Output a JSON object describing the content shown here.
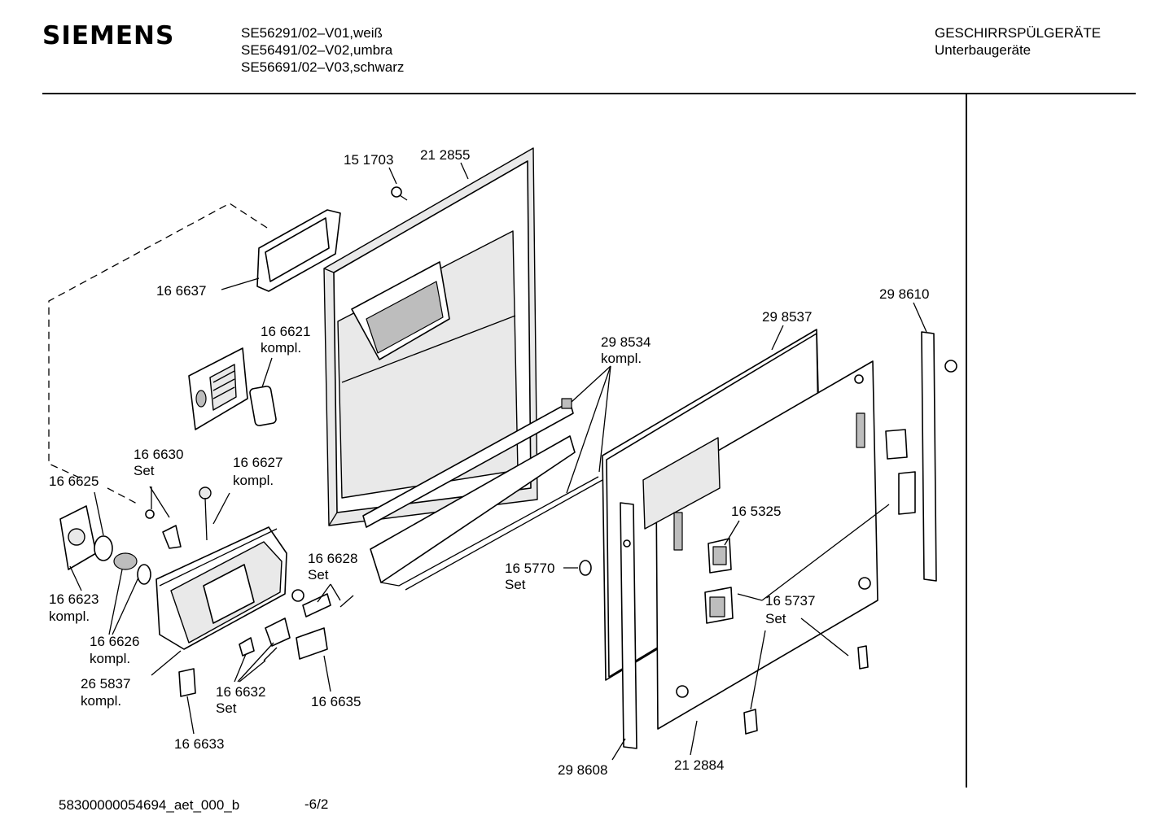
{
  "header": {
    "brand": "SIEMENS",
    "models": [
      "SE56291/02–V01,weiß",
      "SE56491/02–V02,umbra",
      "SE56691/02–V03,schwarz"
    ],
    "category_title": "GESCHIRRSPÜLGERÄTE",
    "category_subtitle": "Unterbaugeräte"
  },
  "footer": {
    "document_id": "58300000054694_aet_000_b",
    "page": "-6/2"
  },
  "part_labels": {
    "p151703": [
      "15 1703"
    ],
    "p212855": [
      "21 2855"
    ],
    "p166637": [
      "16 6637"
    ],
    "p166621": [
      "16 6621",
      "kompl."
    ],
    "p298534": [
      "29 8534",
      "kompl."
    ],
    "p298537": [
      "29 8537"
    ],
    "p298610": [
      "29 8610"
    ],
    "p166630": [
      "16 6630",
      "Set"
    ],
    "p166627": [
      "16 6627",
      "kompl."
    ],
    "p166625": [
      "16 6625"
    ],
    "p166628": [
      "16 6628",
      "Set"
    ],
    "p165325": [
      "16 5325"
    ],
    "p165770": [
      "16 5770",
      "Set"
    ],
    "p166623": [
      "16 6623",
      "kompl."
    ],
    "p165737": [
      "16 5737",
      "Set"
    ],
    "p166626": [
      "16 6626",
      "kompl."
    ],
    "p265837": [
      "26 5837",
      "kompl."
    ],
    "p166632": [
      "16 6632",
      "Set"
    ],
    "p166635": [
      "16 6635"
    ],
    "p166633": [
      "16 6633"
    ],
    "p298608": [
      "29 8608"
    ],
    "p212884": [
      "21 2884"
    ]
  }
}
